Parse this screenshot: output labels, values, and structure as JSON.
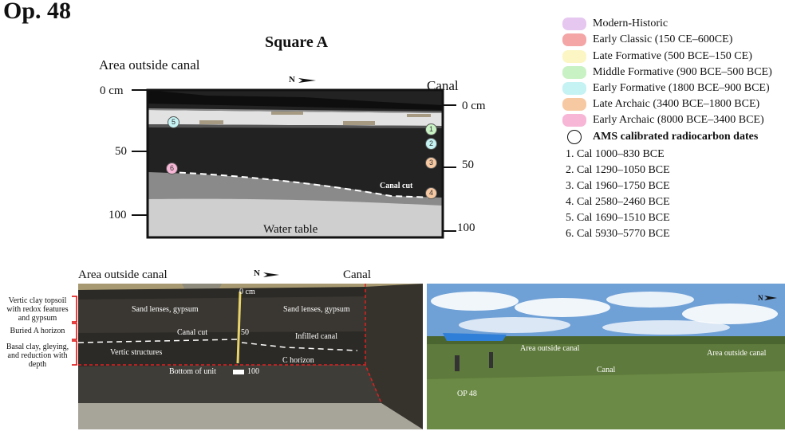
{
  "figure_title": "Op. 48",
  "profile": {
    "title": "Square A",
    "left_label": "Area outside canal",
    "right_label": "Canal",
    "north_label": "N",
    "left_ticks": [
      "0 cm",
      "50",
      "100"
    ],
    "right_ticks": [
      "0 cm",
      "50",
      "100"
    ],
    "canal_cut_label": "Canal cut",
    "water_table_label": "Water table",
    "sample_markers": [
      "1",
      "2",
      "3",
      "4",
      "5",
      "6"
    ]
  },
  "legend": {
    "periods": [
      {
        "label": "Modern-Historic",
        "color": "#e6c7f0"
      },
      {
        "label": "Early Classic (150 CE–600CE)",
        "color": "#f4a5a5"
      },
      {
        "label": "Late Formative (500 BCE–150 CE)",
        "color": "#fbf6c4"
      },
      {
        "label": "Middle Formative (900 BCE–500 BCE)",
        "color": "#c9f2c4"
      },
      {
        "label": "Early Formative (1800 BCE–900 BCE)",
        "color": "#c5f2f3"
      },
      {
        "label": "Late Archaic (3400 BCE–1800 BCE)",
        "color": "#f7c9a3"
      },
      {
        "label": "Early Archaic (8000 BCE–3400 BCE)",
        "color": "#f7b6d6"
      }
    ],
    "ams_label": "AMS calibrated radiocarbon dates",
    "dates": [
      "1. Cal 1000–830 BCE",
      "2. Cal 1290–1050 BCE",
      "3. Cal 1960–1750 BCE",
      "4. Cal 2580–2460 BCE",
      "5. Cal 1690–1510 BCE",
      "6. Cal 5930–5770 BCE"
    ]
  },
  "photo_left": {
    "left_label": "Area outside canal",
    "right_label": "Canal",
    "north_label": "N",
    "side_labels": [
      "Vertic clay topsoil with redox features and gypsum",
      "Buried A horizon",
      "Basal clay, gleying, and reduction with depth"
    ],
    "annotations": {
      "zero": "0 cm",
      "sand_left": "Sand lenses, gypsum",
      "sand_right": "Sand lenses, gypsum",
      "fifty": "50",
      "canal_cut": "Canal cut",
      "infilled": "Infilled canal",
      "vertic": "Vertic structures",
      "c_horizon": "C horizon",
      "bottom": "Bottom of unit",
      "hundred": "100"
    }
  },
  "photo_right": {
    "north_label": "N",
    "area_left": "Area outside canal",
    "area_right": "Area outside canal",
    "canal": "Canal",
    "op_label": "OP 48"
  }
}
